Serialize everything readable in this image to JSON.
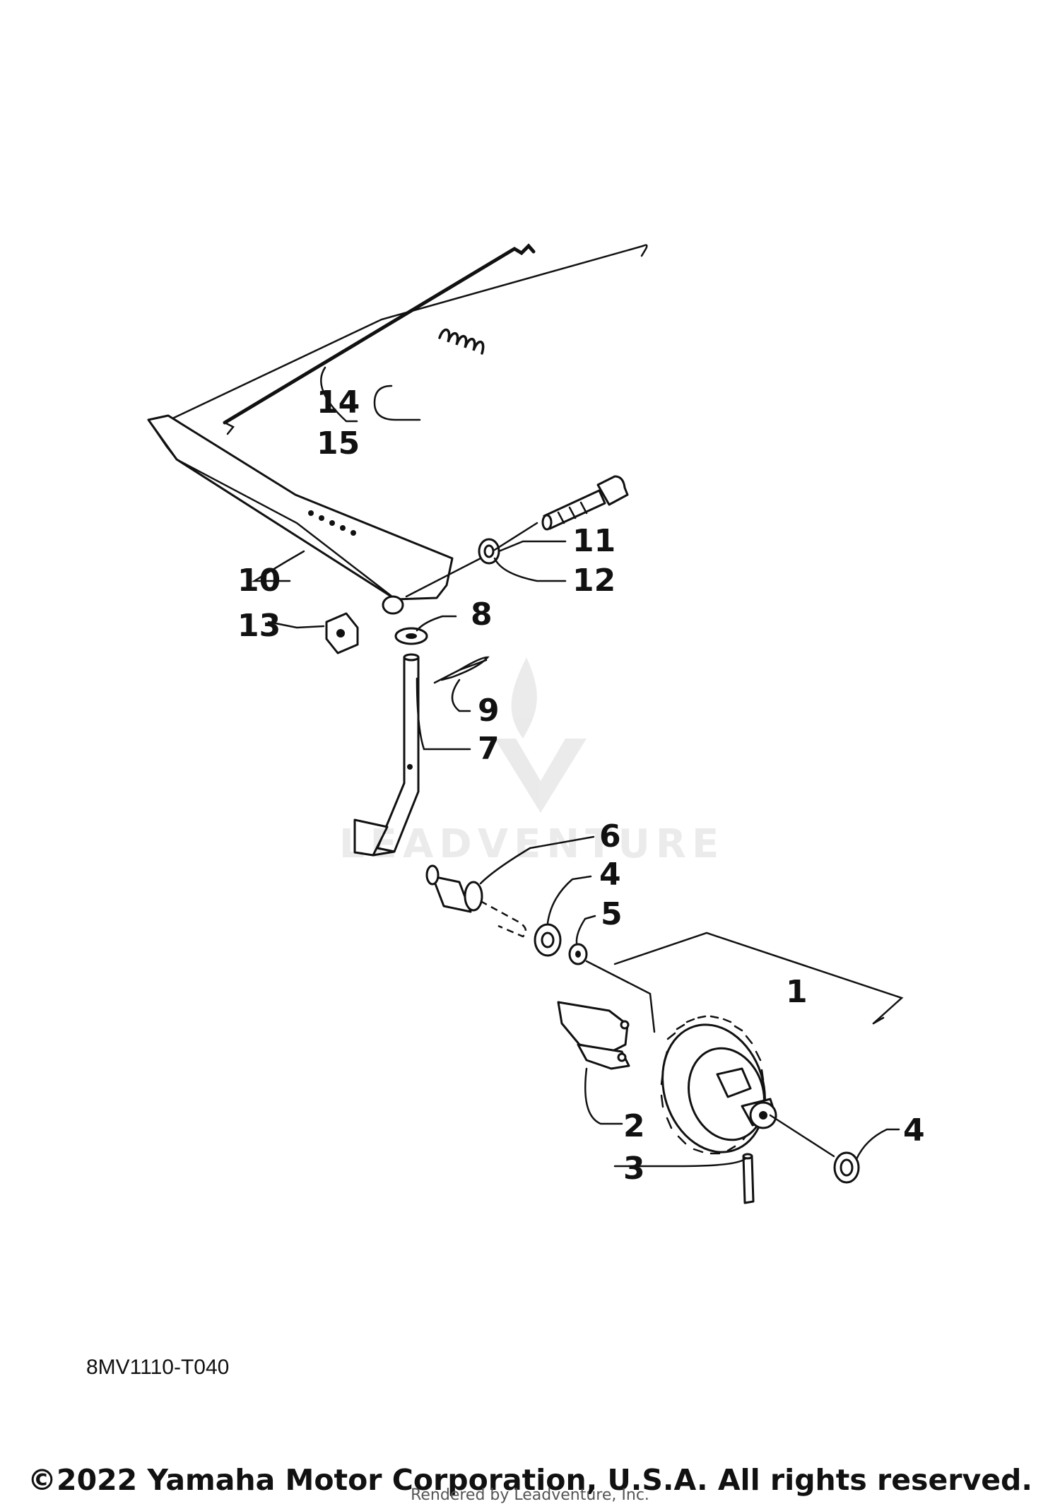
{
  "diagram": {
    "code": "8MV1110-T040",
    "callouts": [
      {
        "id": "1",
        "label": "1"
      },
      {
        "id": "2",
        "label": "2"
      },
      {
        "id": "3",
        "label": "3"
      },
      {
        "id": "4a",
        "label": "4"
      },
      {
        "id": "4b",
        "label": "4"
      },
      {
        "id": "5",
        "label": "5"
      },
      {
        "id": "6",
        "label": "6"
      },
      {
        "id": "7",
        "label": "7"
      },
      {
        "id": "8",
        "label": "8"
      },
      {
        "id": "9",
        "label": "9"
      },
      {
        "id": "10",
        "label": "10"
      },
      {
        "id": "11",
        "label": "11"
      },
      {
        "id": "12",
        "label": "12"
      },
      {
        "id": "13",
        "label": "13"
      },
      {
        "id": "14",
        "label": "14"
      },
      {
        "id": "15",
        "label": "15"
      }
    ]
  },
  "footer": {
    "copyright": "©2022 Yamaha Motor Corporation, U.S.A. All rights reserved.",
    "rendered_by": "Rendered by Leadventure, Inc."
  },
  "watermark": {
    "text": "LEADVENTURE",
    "icon": "flame-logo-icon"
  }
}
